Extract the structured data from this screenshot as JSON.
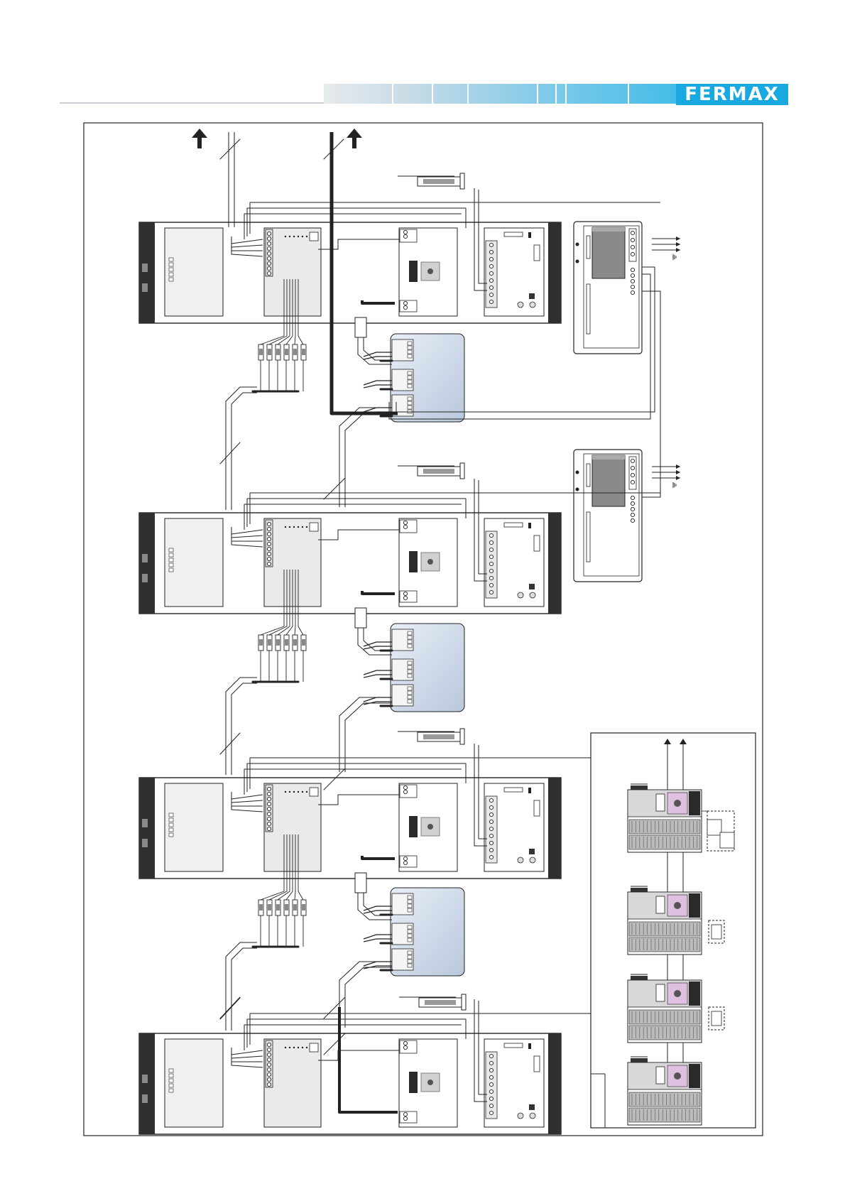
{
  "header": {
    "brand": "FERMAX",
    "brand_color": "#19a9e1",
    "bar_gradient": [
      "#e6eaed",
      "#c6dbe6",
      "#8fcde9",
      "#43bde8"
    ]
  },
  "diagram": {
    "panel_count": 4,
    "distributor_count": 3,
    "monitor_count": 2,
    "inset_panel_count": 4,
    "icons": [
      "up-arrow-icon",
      "ground-icon",
      "door-lock-icon"
    ]
  }
}
